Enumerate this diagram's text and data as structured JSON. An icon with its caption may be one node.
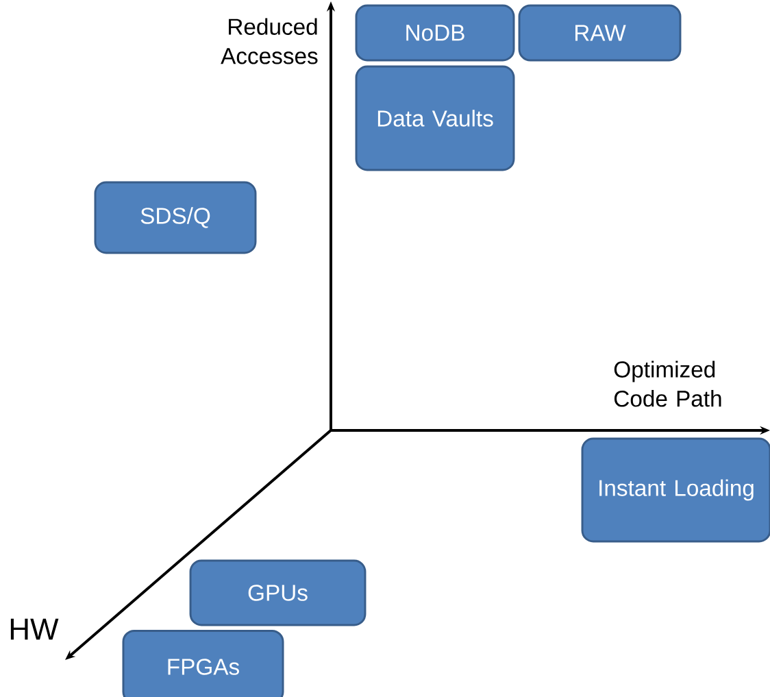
{
  "diagram": {
    "nodes": [
      {
        "text": [
          "NoDB"
        ]
      },
      {
        "text": [
          "RAW"
        ]
      },
      {
        "text": [
          "Data Vaults"
        ]
      },
      {
        "text": [
          "SDS/Q"
        ]
      },
      {
        "text": [
          "Instant Loading"
        ]
      },
      {
        "text": [
          "GPUs"
        ]
      },
      {
        "text": [
          "FPGAs"
        ]
      }
    ],
    "labels": [
      "Reduced Accesses",
      "Optimized Code Path",
      "HW"
    ]
  }
}
